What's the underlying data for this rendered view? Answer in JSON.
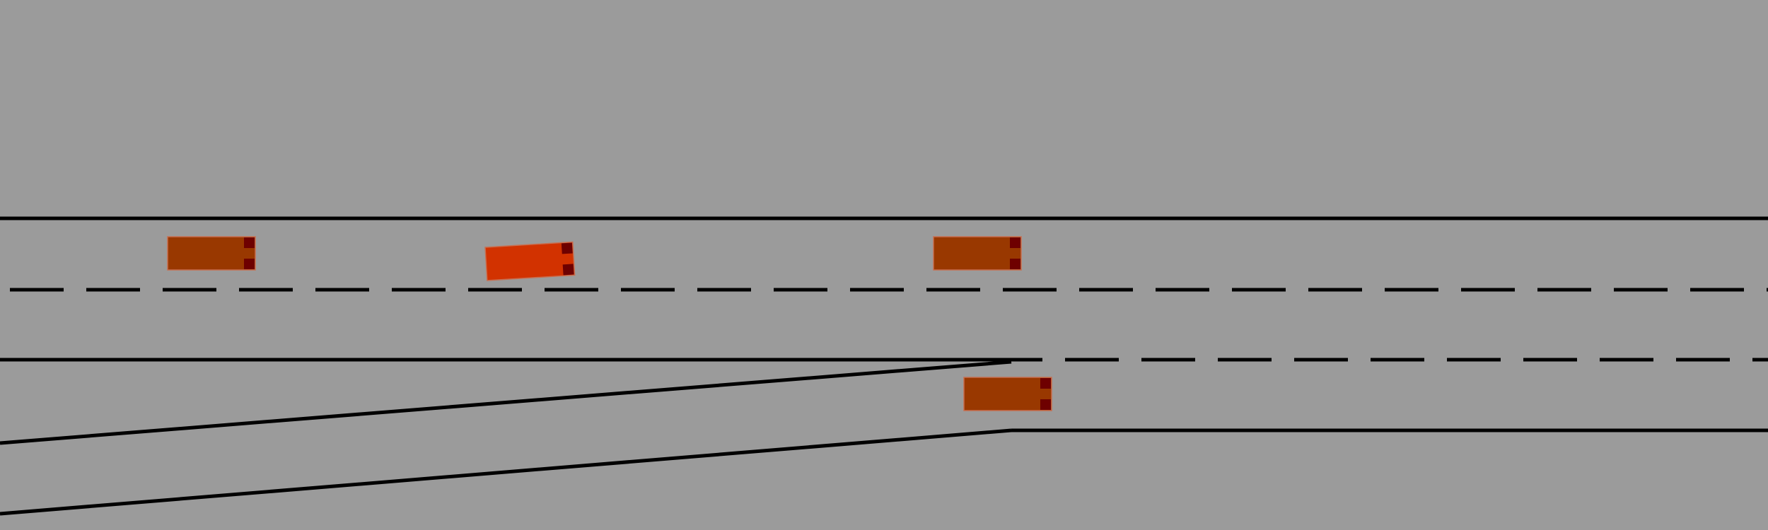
{
  "scene": {
    "type": "highway-merge-simulation",
    "colors": {
      "background": "#9b9b9b",
      "lane_line": "#000000",
      "ego_vehicle": "#d23200",
      "other_vehicle": "#993800",
      "vehicle_outline": "#c86e50",
      "tail_light": "#6e0000"
    },
    "lanes": {
      "main_lane_count": 2,
      "merge_lane": true
    },
    "vehicles": [
      {
        "role": "other",
        "lane": "main-upper"
      },
      {
        "role": "ego",
        "lane": "main-upper",
        "heading": "slight-left"
      },
      {
        "role": "other",
        "lane": "main-upper"
      },
      {
        "role": "other",
        "lane": "merge"
      }
    ]
  }
}
